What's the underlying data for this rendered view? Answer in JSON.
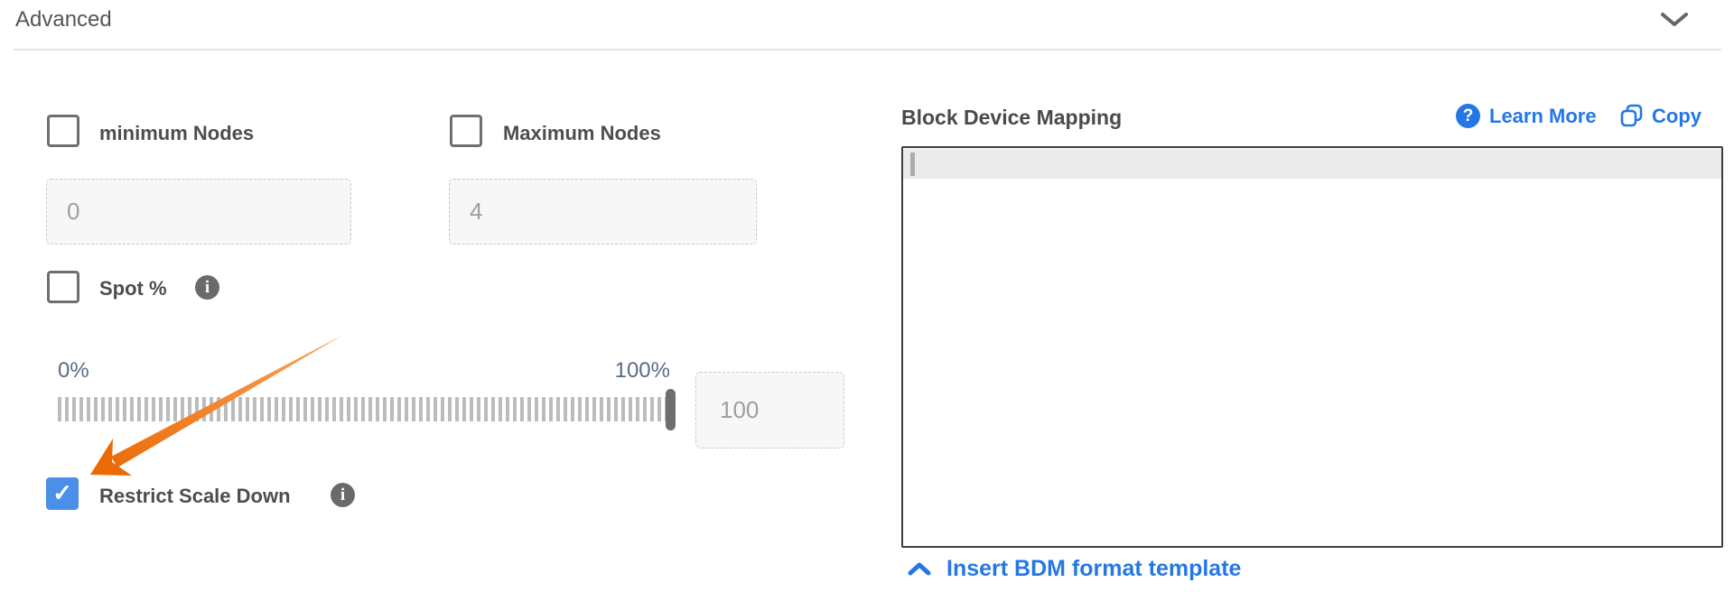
{
  "header": {
    "title": "Advanced",
    "collapse_icon": "chevron-down"
  },
  "advanced": {
    "minimum_nodes": {
      "label": "minimum Nodes",
      "checked": false,
      "value": "0"
    },
    "maximum_nodes": {
      "label": "Maximum Nodes",
      "checked": false,
      "value": "4"
    },
    "spot_pct": {
      "label": "Spot %",
      "checked": false,
      "info_icon": "i"
    },
    "spot_slider": {
      "min_label": "0%",
      "max_label": "100%",
      "value": "100"
    },
    "restrict_scale_down": {
      "label": "Restrict Scale Down",
      "checked": true,
      "checkmark": "✓",
      "info_icon": "i"
    }
  },
  "bdm": {
    "title": "Block Device Mapping",
    "learn_more_label": "Learn More",
    "help_icon": "?",
    "copy_label": "Copy",
    "editor_value": "",
    "insert_template_label": "Insert BDM format template"
  },
  "icons": {
    "chevron_down": "collapse section",
    "chevron_up": "collapse template link",
    "info": "tooltip info",
    "help": "learn more help",
    "copy": "copy to clipboard",
    "annotation_arrow": "orange callout arrow pointing at Restrict Scale Down checkbox"
  },
  "colors": {
    "accent_blue": "#2577e6",
    "checkbox_checked_blue": "#4a90e8",
    "arrow_orange": "#eb6a06",
    "input_text_gray": "#9da0a3",
    "slider_label_blue_gray": "#5c6b86"
  }
}
